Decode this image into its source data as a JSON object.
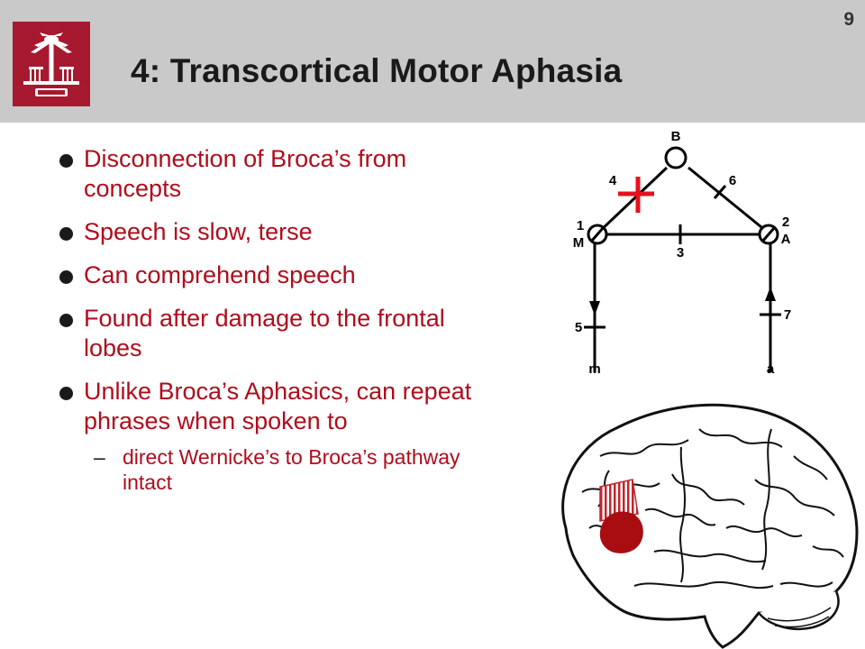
{
  "slide": {
    "number": "9",
    "title": "4: Transcortical Motor Aphasia"
  },
  "bullets": [
    "Disconnection of Broca’s from concepts",
    "Speech is slow, terse",
    "Can comprehend speech",
    "Found after damage to the frontal lobes",
    "Unlike Broca’s Aphasics, can repeat phrases when spoken to"
  ],
  "sub_bullet": {
    "dash": "–",
    "text": "direct Wernicke’s to Broca’s pathway intact"
  },
  "diagram": {
    "node_b": "B",
    "label_1": "1",
    "label_m_upper": "M",
    "label_2": "2",
    "label_a_upper": "A",
    "label_3": "3",
    "label_4": "4",
    "label_5": "5",
    "label_6": "6",
    "label_7": "7",
    "label_m_lower": "m",
    "label_a_lower": "a",
    "lesion_color": "#e8101c"
  },
  "colors": {
    "logo_background": "#a6192e",
    "header_band": "#c9c9c9",
    "bullet_text": "#b00c1c",
    "brain_lesion": "#a80d12"
  }
}
